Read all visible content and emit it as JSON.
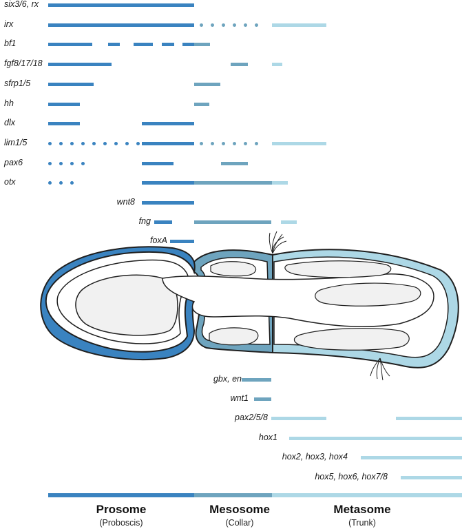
{
  "colors": {
    "prosome": "#3a83c0",
    "mesosome": "#6ea4be",
    "metasome": "#add8e6",
    "outline": "#1f1f1f",
    "cavity": "#f1f1f1"
  },
  "genes_top": [
    {
      "label": "six3/6, rx"
    },
    {
      "label": "irx"
    },
    {
      "label": "bf1"
    },
    {
      "label": "fgf8/17/18"
    },
    {
      "label": "sfrp1/5"
    },
    {
      "label": "hh"
    },
    {
      "label": "dlx"
    },
    {
      "label": "lim1/5"
    },
    {
      "label": "pax6"
    },
    {
      "label": "otx"
    },
    {
      "label": "wnt8"
    },
    {
      "label": "fng"
    },
    {
      "label": "foxA"
    }
  ],
  "genes_bottom": [
    {
      "label": "gbx, en"
    },
    {
      "label": "wnt1"
    },
    {
      "label": "pax2/5/8"
    },
    {
      "label": "hox1"
    },
    {
      "label": "hox2, hox3, hox4"
    },
    {
      "label": "hox5, hox6, hox7/8"
    }
  ],
  "regions": [
    {
      "name": "Prosome",
      "sub": "(Proboscis)"
    },
    {
      "name": "Mesosome",
      "sub": "(Collar)"
    },
    {
      "name": "Metasome",
      "sub": "(Trunk)"
    }
  ]
}
